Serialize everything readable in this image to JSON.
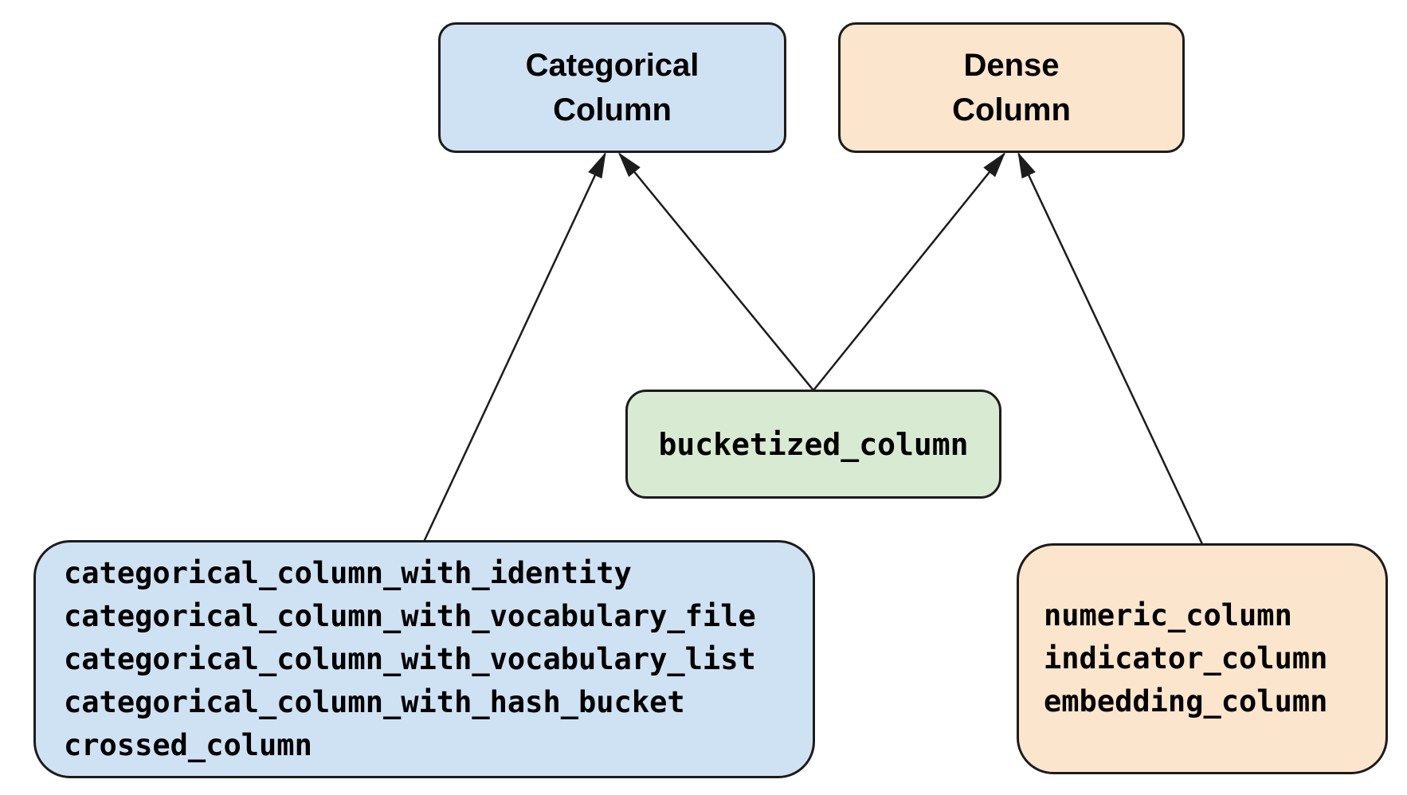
{
  "diagram": {
    "background": "#ffffff",
    "stroke_color": "#1c1c1c",
    "nodes": {
      "categorical_column": {
        "title_lines": [
          "Categorical",
          "Column"
        ],
        "fill": "#cfe2f3"
      },
      "dense_column": {
        "title_lines": [
          "Dense",
          "Column"
        ],
        "fill": "#fce5cd"
      },
      "bucketized_column": {
        "label": "bucketized_column",
        "fill": "#d9ead3"
      },
      "categorical_functions": {
        "items": [
          "categorical_column_with_identity",
          "categorical_column_with_vocabulary_file",
          "categorical_column_with_vocabulary_list",
          "categorical_column_with_hash_bucket",
          "crossed_column"
        ],
        "fill": "#cfe2f3"
      },
      "dense_functions": {
        "items": [
          "numeric_column",
          "indicator_column",
          "embedding_column"
        ],
        "fill": "#fce5cd"
      }
    },
    "edges": [
      {
        "from": "categorical-functions",
        "to": "categorical-column"
      },
      {
        "from": "bucketized-column",
        "to": "categorical-column"
      },
      {
        "from": "bucketized-column",
        "to": "dense-column"
      },
      {
        "from": "dense-functions",
        "to": "dense-column"
      }
    ]
  }
}
